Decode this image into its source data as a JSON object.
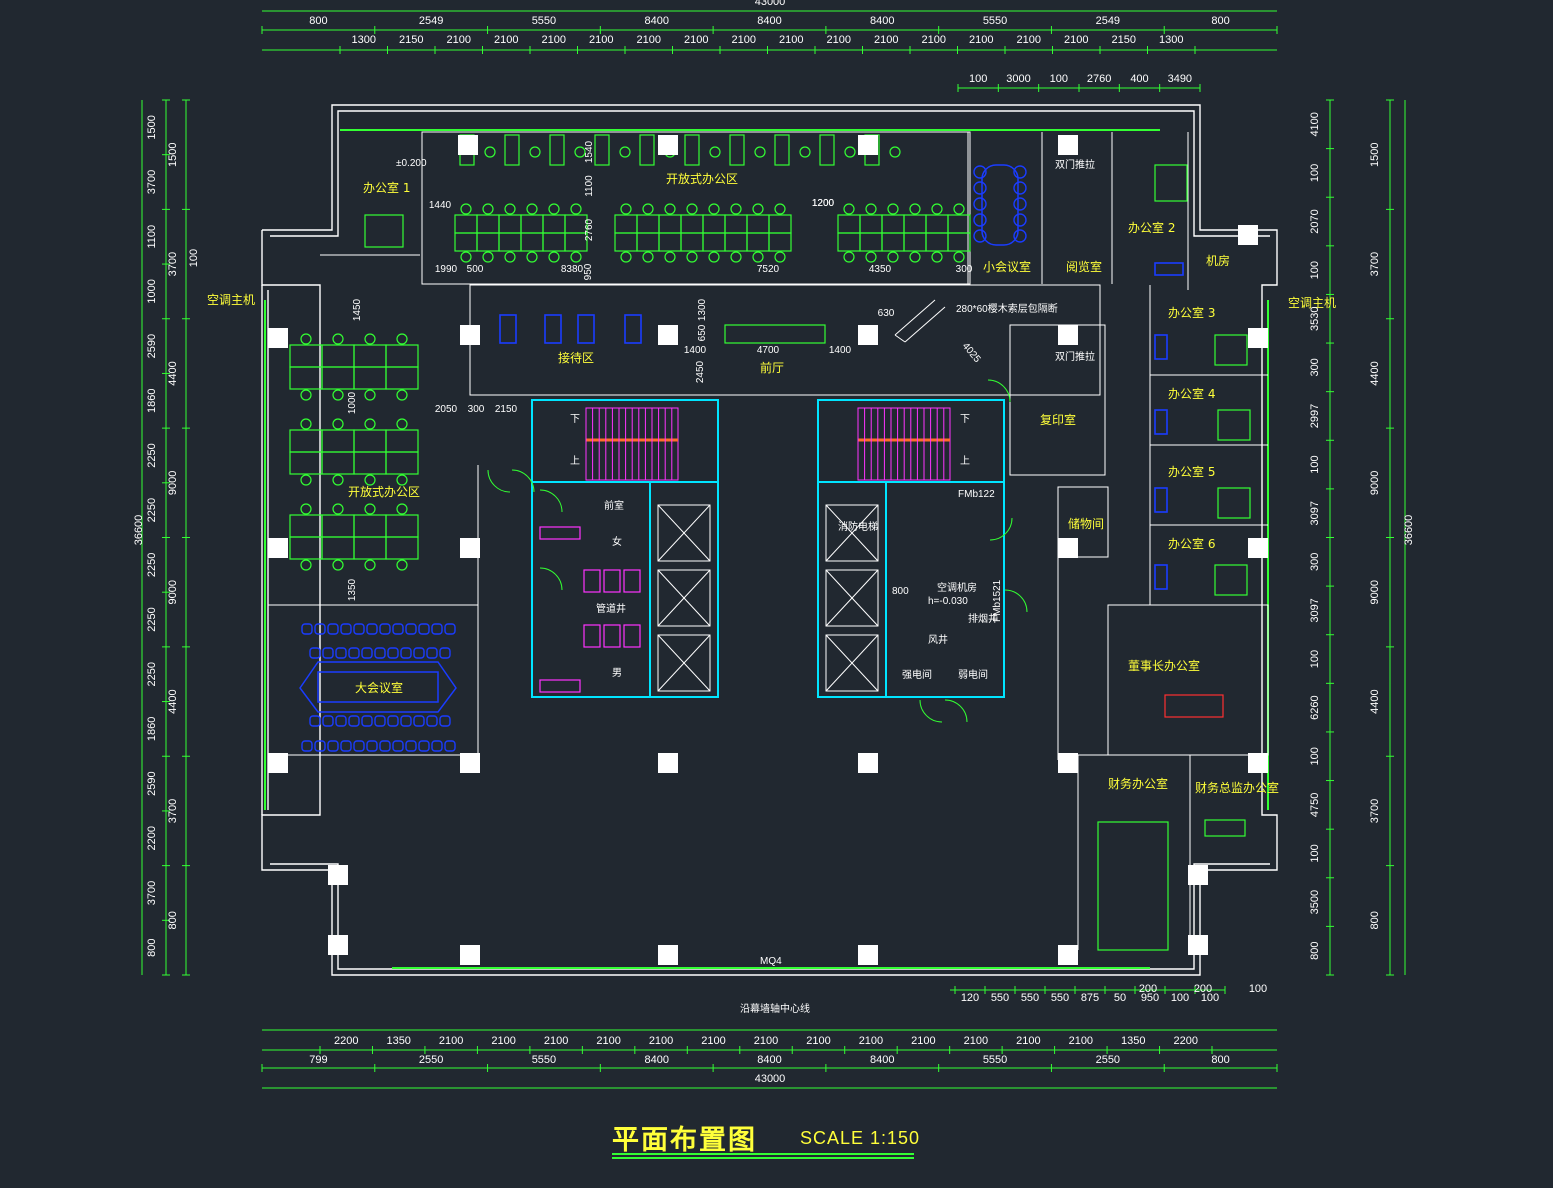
{
  "drawing": {
    "title": "平面布置图",
    "scale_label": "SCALE  1:150",
    "accent_color": "#33ff33",
    "label_color": "#ffff3a",
    "wall_color": "#ffffff",
    "furniture_colors": {
      "workstation": "#33ff33",
      "meeting_chairs": "#1a3cff",
      "toilet": "#ff33ff"
    }
  },
  "top_dims": {
    "overall": "43000",
    "row1": [
      "800",
      "2549",
      "5550",
      "8400",
      "8400",
      "8400",
      "5550",
      "2549",
      "800"
    ],
    "row2": [
      "1300",
      "2150",
      "2100",
      "2100",
      "2100",
      "2100",
      "2100",
      "2100",
      "2100",
      "2100",
      "2100",
      "2100",
      "2100",
      "2100",
      "2100",
      "2100",
      "2150",
      "1300"
    ],
    "row3": [
      "100",
      "3000",
      "100",
      "2760",
      "400",
      "3490"
    ]
  },
  "bottom_dims": {
    "overall": "43000",
    "row1": [
      "2200",
      "1350",
      "2100",
      "2100",
      "2100",
      "2100",
      "2100",
      "2100",
      "2100",
      "2100",
      "2100",
      "2100",
      "2100",
      "2100",
      "2100",
      "1350",
      "2200"
    ],
    "row2": [
      "799",
      "2550",
      "5550",
      "8400",
      "8400",
      "8400",
      "5550",
      "2550",
      "800"
    ],
    "row3": [
      "120",
      "550",
      "550",
      "550",
      "875",
      "50",
      "950",
      "100",
      "100"
    ],
    "row3_extra": [
      "200",
      "200",
      "100"
    ],
    "note": "沿幕墙轴中心线"
  },
  "left_dims": {
    "overall": "36600",
    "outer": [
      "1500",
      "3700",
      "4400",
      "9000",
      "9000",
      "4400",
      "3700",
      "800"
    ],
    "inner": [
      "1500",
      "3700",
      "1100",
      "1000",
      "2590",
      "1860",
      "2250",
      "2250",
      "2250",
      "2250",
      "2250",
      "1860",
      "2590",
      "2200",
      "3700",
      "800"
    ],
    "extra": "100"
  },
  "right_dims": {
    "overall": "36600",
    "outer": [
      "1500",
      "3700",
      "4400",
      "9000",
      "9000",
      "4400",
      "3700",
      "800"
    ],
    "inner": [
      "4100",
      "100",
      "2070",
      "100",
      "3530",
      "300",
      "2997",
      "100",
      "3097",
      "300",
      "3097",
      "100",
      "6260",
      "100",
      "4750",
      "100",
      "3500",
      "800"
    ]
  },
  "rooms": {
    "office1": "办公室 1",
    "open_office_top": "开放式办公区",
    "small_meeting": "小会议室",
    "reading_room": "阅览室",
    "office2": "办公室 2",
    "machine_room": "机房",
    "ac_left": "空调主机",
    "ac_right": "空调主机",
    "reception": "接待区",
    "lobby": "前厅",
    "copy_room": "复印室",
    "office3": "办公室 3",
    "office4": "办公室 4",
    "office5": "办公室 5",
    "office6": "办公室 6",
    "open_office_left": "开放式办公区",
    "big_meeting": "大会议室",
    "front_room": "前室",
    "female": "女",
    "male": "男",
    "pipe_shaft": "管道井",
    "fire_elevator": "消防电梯",
    "ac_room": "空调机房",
    "ac_room_level": "h=-0.030",
    "smoke_shaft": "排烟井",
    "wind_shaft": "风井",
    "strong_elec": "强电间",
    "weak_elec": "弱电间",
    "storage": "储物间",
    "chairman": "董事长办公室",
    "finance": "财务办公室",
    "cfo": "财务总监办公室",
    "stair_down_l": "下",
    "stair_up_l": "上",
    "stair_down_r": "下",
    "stair_up_r": "上"
  },
  "annotations": {
    "top_ws": [
      "1440",
      "1990",
      "500",
      "8380",
      "950",
      "1200",
      "2760",
      "1100",
      "1540",
      "7520",
      "1200",
      "4350",
      "300"
    ],
    "top_ws_level": "±0.200",
    "left_ws": [
      "1450",
      "1000",
      "2050",
      "300",
      "2150",
      "1350"
    ],
    "lobby": [
      "1400",
      "650",
      "1300",
      "2450",
      "4700",
      "1400",
      "630"
    ],
    "partition_note": "280*60樱木索层包隔断",
    "copy_dim": "4025",
    "door_tag_l": "双门推拉",
    "door_tag_r": "双门推拉",
    "door_fm": "FMb122",
    "door_fm2": "FMb1521",
    "ac_dim": "800",
    "curtain_wall": "MQ4"
  }
}
